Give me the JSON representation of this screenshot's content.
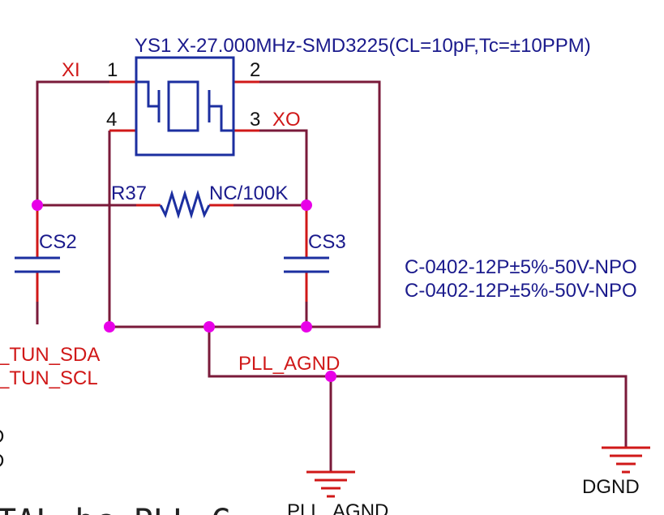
{
  "crystal": {
    "title": "YS1 X-27.000MHz-SMD3225(CL=10pF,Tc=±10PPM)",
    "pin1": "1",
    "pin2": "2",
    "pin3": "3",
    "pin4": "4",
    "net_xi": "XI",
    "net_xo": "XO"
  },
  "resistor": {
    "ref": "R37",
    "value": "NC/100K"
  },
  "capacitors": {
    "cs2_ref": "CS2",
    "cs3_ref": "CS3",
    "value_line1": "C-0402-12P±5%-50V-NPO",
    "value_line2": "C-0402-12P±5%-50V-NPO"
  },
  "nets": {
    "tun_sda": "_TUN_SDA",
    "tun_scl": "_TUN_SCL",
    "pll_agnd": "PLL_AGND",
    "pll_agnd_ground": "PLL_AGND",
    "dgnd": "DGND",
    "left_fragment_1": "D",
    "left_fragment_2": "D",
    "bottom_text": "TAL bc PLL G"
  },
  "colors": {
    "wire": "#7a1a3a",
    "pin_red": "#d01818",
    "component_blue": "#1c2fa0",
    "junction": "#e800e8"
  }
}
